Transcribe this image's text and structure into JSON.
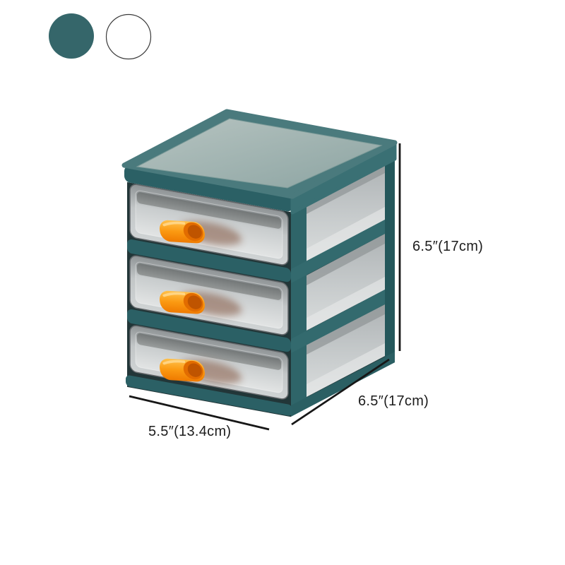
{
  "canvas": {
    "background": "#ffffff"
  },
  "swatches": {
    "items": [
      {
        "name": "dark-green",
        "color": "#35666a"
      },
      {
        "name": "white",
        "color": "#ffffff"
      }
    ]
  },
  "product": {
    "type": "3-tier desktop drawer storage organizer",
    "drawer_count": 3,
    "frame_color": "#2d6266",
    "drawer_color": "#bcc0c1",
    "handle_color": "#fb9a12",
    "top_color": "#a3b5b2"
  },
  "dimensions": {
    "height": {
      "label": "6.5″(17cm)"
    },
    "depth": {
      "label": "6.5″(17cm)"
    },
    "width": {
      "label": "5.5″(13.4cm)"
    }
  }
}
